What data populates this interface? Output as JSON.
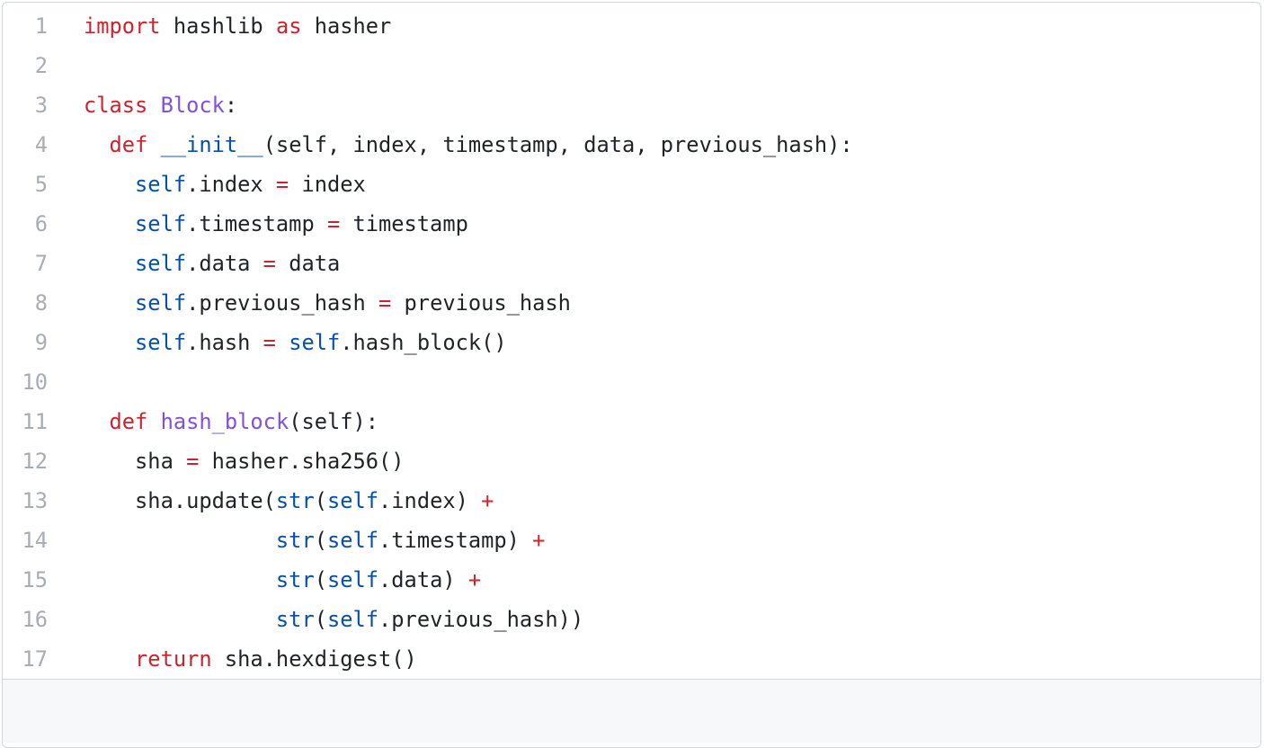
{
  "app": {
    "view": "code-file-viewer",
    "language": "python",
    "total_lines_visible": 17
  },
  "theme": {
    "page_background": "#ffffff",
    "container_background": "#ffffff",
    "container_border": "#d0d7de",
    "footer_background": "#f6f8fa",
    "colors": {
      "keyword": "#cf222e",
      "entity": "#8250df",
      "constant": "#0550ae",
      "plain": "#1f2328",
      "line_number": "#a7adb4"
    }
  },
  "code": {
    "lines": [
      {
        "n": "1",
        "segments": [
          {
            "t": "import",
            "c": "k"
          },
          {
            "t": " hashlib ",
            "c": "p"
          },
          {
            "t": "as",
            "c": "k"
          },
          {
            "t": " hasher",
            "c": "p"
          }
        ]
      },
      {
        "n": "2",
        "segments": []
      },
      {
        "n": "3",
        "segments": [
          {
            "t": "class",
            "c": "k"
          },
          {
            "t": " ",
            "c": "p"
          },
          {
            "t": "Block",
            "c": "e"
          },
          {
            "t": ":",
            "c": "p"
          }
        ]
      },
      {
        "n": "4",
        "segments": [
          {
            "t": "  ",
            "c": "p"
          },
          {
            "t": "def",
            "c": "k"
          },
          {
            "t": " ",
            "c": "p"
          },
          {
            "t": "__init__",
            "c": "c"
          },
          {
            "t": "(self, index, timestamp, data, previous_hash):",
            "c": "p"
          }
        ]
      },
      {
        "n": "5",
        "segments": [
          {
            "t": "    ",
            "c": "p"
          },
          {
            "t": "self",
            "c": "c"
          },
          {
            "t": ".index ",
            "c": "p"
          },
          {
            "t": "=",
            "c": "k"
          },
          {
            "t": " index",
            "c": "p"
          }
        ]
      },
      {
        "n": "6",
        "segments": [
          {
            "t": "    ",
            "c": "p"
          },
          {
            "t": "self",
            "c": "c"
          },
          {
            "t": ".timestamp ",
            "c": "p"
          },
          {
            "t": "=",
            "c": "k"
          },
          {
            "t": " timestamp",
            "c": "p"
          }
        ]
      },
      {
        "n": "7",
        "segments": [
          {
            "t": "    ",
            "c": "p"
          },
          {
            "t": "self",
            "c": "c"
          },
          {
            "t": ".data ",
            "c": "p"
          },
          {
            "t": "=",
            "c": "k"
          },
          {
            "t": " data",
            "c": "p"
          }
        ]
      },
      {
        "n": "8",
        "segments": [
          {
            "t": "    ",
            "c": "p"
          },
          {
            "t": "self",
            "c": "c"
          },
          {
            "t": ".previous_hash ",
            "c": "p"
          },
          {
            "t": "=",
            "c": "k"
          },
          {
            "t": " previous_hash",
            "c": "p"
          }
        ]
      },
      {
        "n": "9",
        "segments": [
          {
            "t": "    ",
            "c": "p"
          },
          {
            "t": "self",
            "c": "c"
          },
          {
            "t": ".hash ",
            "c": "p"
          },
          {
            "t": "=",
            "c": "k"
          },
          {
            "t": " ",
            "c": "p"
          },
          {
            "t": "self",
            "c": "c"
          },
          {
            "t": ".hash_block()",
            "c": "p"
          }
        ]
      },
      {
        "n": "10",
        "segments": []
      },
      {
        "n": "11",
        "segments": [
          {
            "t": "  ",
            "c": "p"
          },
          {
            "t": "def",
            "c": "k"
          },
          {
            "t": " ",
            "c": "p"
          },
          {
            "t": "hash_block",
            "c": "e"
          },
          {
            "t": "(self):",
            "c": "p"
          }
        ]
      },
      {
        "n": "12",
        "segments": [
          {
            "t": "    sha ",
            "c": "p"
          },
          {
            "t": "=",
            "c": "k"
          },
          {
            "t": " hasher.sha256()",
            "c": "p"
          }
        ]
      },
      {
        "n": "13",
        "segments": [
          {
            "t": "    sha.update(",
            "c": "p"
          },
          {
            "t": "str",
            "c": "c"
          },
          {
            "t": "(",
            "c": "p"
          },
          {
            "t": "self",
            "c": "c"
          },
          {
            "t": ".index) ",
            "c": "p"
          },
          {
            "t": "+",
            "c": "k"
          }
        ]
      },
      {
        "n": "14",
        "segments": [
          {
            "t": "               ",
            "c": "p"
          },
          {
            "t": "str",
            "c": "c"
          },
          {
            "t": "(",
            "c": "p"
          },
          {
            "t": "self",
            "c": "c"
          },
          {
            "t": ".timestamp) ",
            "c": "p"
          },
          {
            "t": "+",
            "c": "k"
          }
        ]
      },
      {
        "n": "15",
        "segments": [
          {
            "t": "               ",
            "c": "p"
          },
          {
            "t": "str",
            "c": "c"
          },
          {
            "t": "(",
            "c": "p"
          },
          {
            "t": "self",
            "c": "c"
          },
          {
            "t": ".data) ",
            "c": "p"
          },
          {
            "t": "+",
            "c": "k"
          }
        ]
      },
      {
        "n": "16",
        "segments": [
          {
            "t": "               ",
            "c": "p"
          },
          {
            "t": "str",
            "c": "c"
          },
          {
            "t": "(",
            "c": "p"
          },
          {
            "t": "self",
            "c": "c"
          },
          {
            "t": ".previous_hash))",
            "c": "p"
          }
        ]
      },
      {
        "n": "17",
        "segments": [
          {
            "t": "    ",
            "c": "p"
          },
          {
            "t": "return",
            "c": "k"
          },
          {
            "t": " sha.hexdigest()",
            "c": "p"
          }
        ]
      }
    ]
  }
}
